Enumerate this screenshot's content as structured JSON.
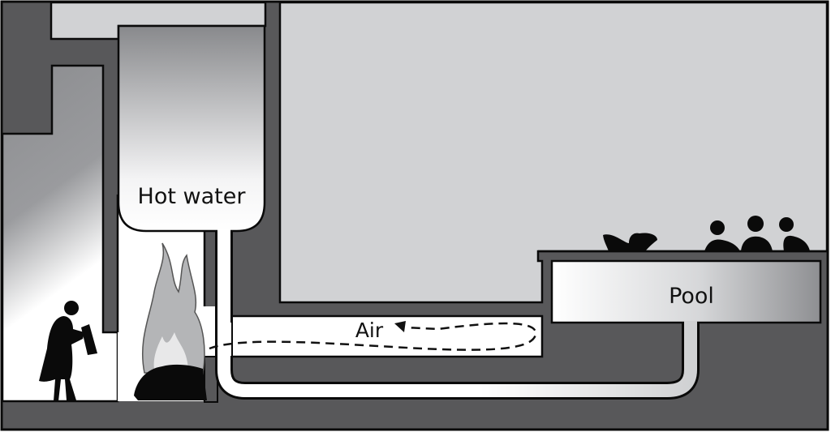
{
  "diagram": {
    "labels": {
      "hot_water": "Hot water",
      "air": "Air",
      "pool": "Pool"
    },
    "colors": {
      "wall": "#58585a",
      "room": "#d1d2d4",
      "outline": "#0a0a0a",
      "flame": "#b4b5b7"
    }
  }
}
